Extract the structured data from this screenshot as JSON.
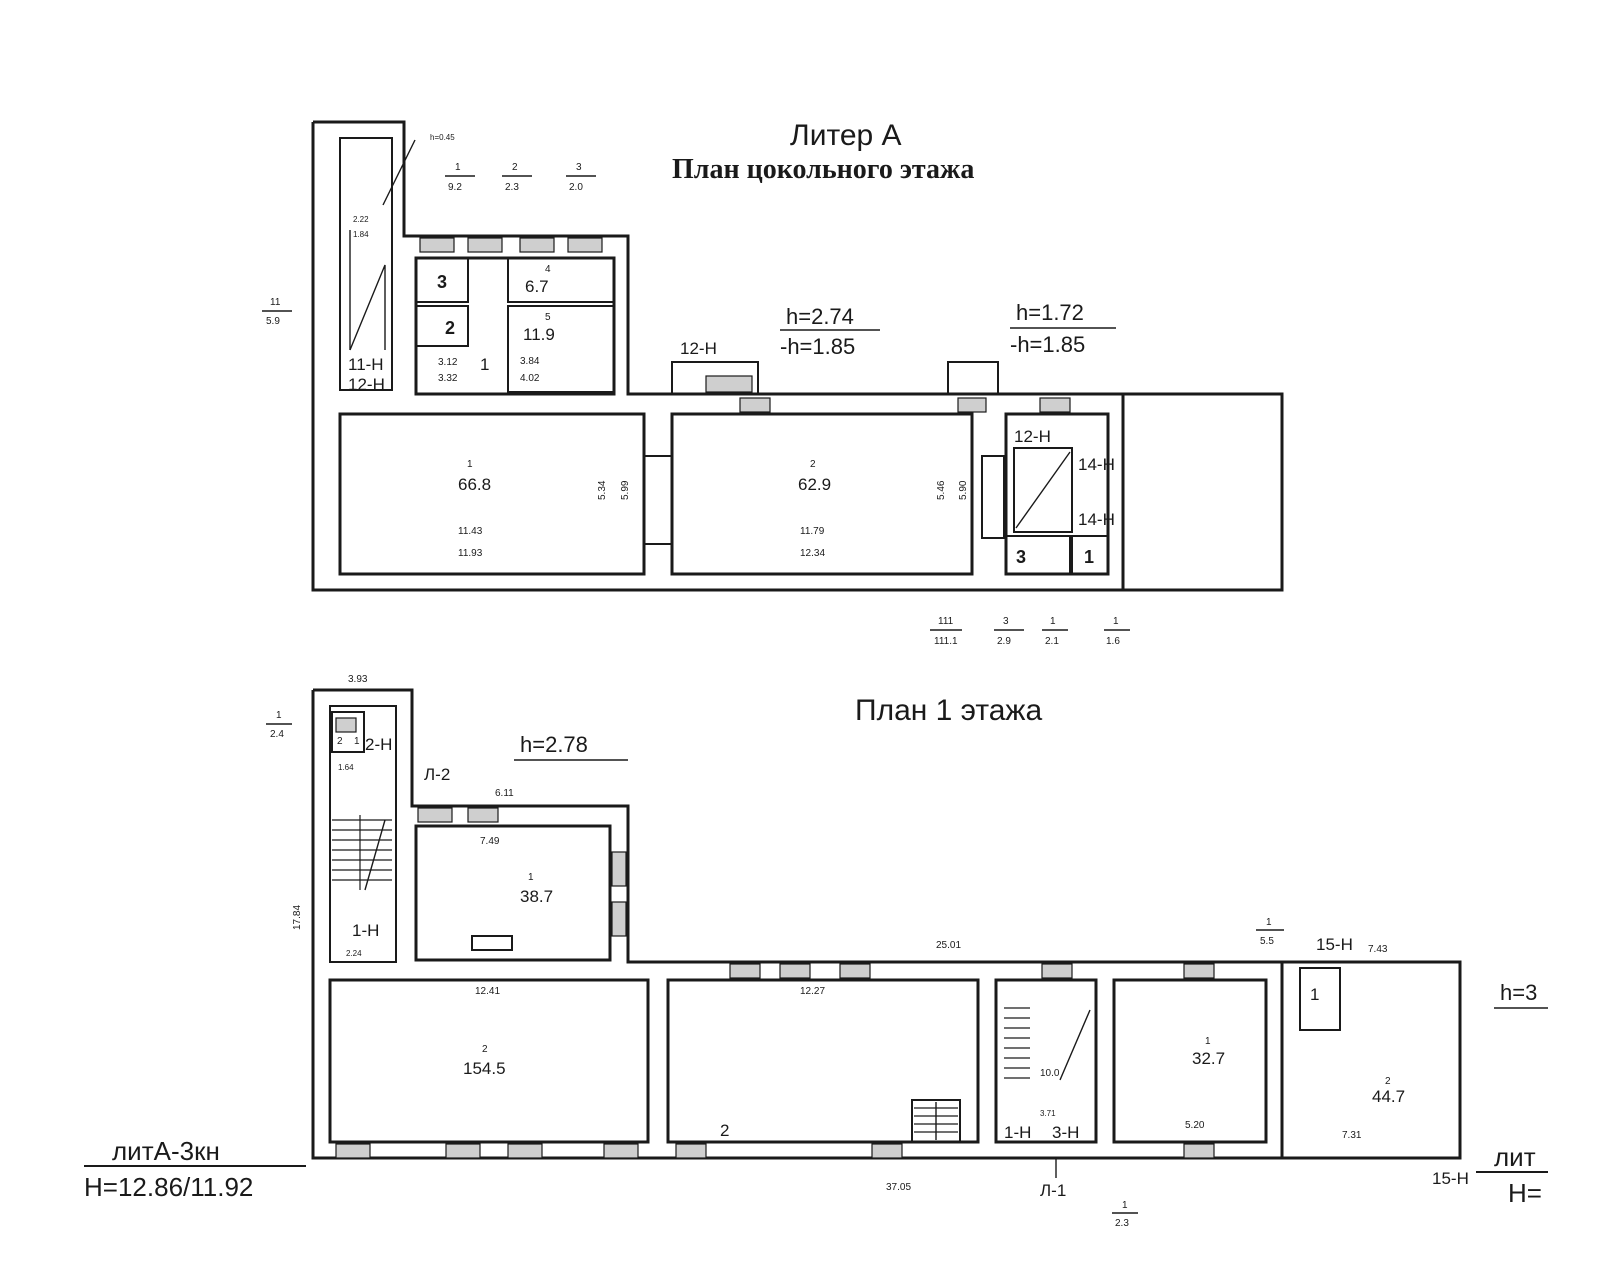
{
  "titles": {
    "liter": "Литер А",
    "basement": "План цокольного этажа",
    "floor1": "План 1 этажа"
  },
  "basement": {
    "h1": "h=2.74",
    "h1b": "-h=1.85",
    "h2": "h=1.72",
    "h2b": "-h=1.85",
    "stair_h": "h=0.45",
    "room1_no": "1",
    "room1_area": "66.8",
    "room1_d1": "11.43",
    "room1_d2": "11.93",
    "room1_w1": "5.34",
    "room1_w2": "5.99",
    "room2_no": "2",
    "room2_area": "62.9",
    "room2_d1": "11.79",
    "room2_d2": "12.34",
    "room2_w1": "5.46",
    "room2_w2": "5.90",
    "small3": "3",
    "small2": "2",
    "small4": "4",
    "small4_area": "6.7",
    "small5": "5",
    "small5_area": "11.9",
    "small1": "1",
    "d312": "3.12",
    "d332": "3.32",
    "d384": "3.84",
    "d402": "4.02",
    "d222": "2.22",
    "d184": "1.84",
    "e11h": "11-Н",
    "e12h_a": "12-Н",
    "e12h_b": "12-Н",
    "e12h_c": "12-Н",
    "e14h_a": "14-Н",
    "e14h_b": "14-Н",
    "right3": "3",
    "right1": "1",
    "callouts": [
      {
        "top": "1",
        "bot": "9.2"
      },
      {
        "top": "2",
        "bot": "2.3"
      },
      {
        "top": "3",
        "bot": "2.0"
      },
      {
        "top": "11",
        "bot": "5.9"
      },
      {
        "top": "111",
        "bot": "111.1"
      },
      {
        "top": "3",
        "bot": "2.9"
      },
      {
        "top": "1",
        "bot": "2.1"
      },
      {
        "top": "1",
        "bot": "1.6"
      }
    ]
  },
  "floor1": {
    "h": "h=2.78",
    "h_right": "h=3",
    "d393": "3.93",
    "d611": "6.11",
    "d749": "7.49",
    "d2501": "25.01",
    "d1241": "12.41",
    "d1227": "12.27",
    "d3705": "37.05",
    "d1784": "17.84",
    "d520": "5.20",
    "d731": "7.31",
    "d743": "7.43",
    "d371": "3.71",
    "d224": "2.24",
    "d164": "1.64",
    "room_hall_no": "1",
    "room_hall_area": "38.7",
    "room_big_no": "2",
    "room_big_area": "154.5",
    "room_mid_no": "2",
    "room_stair_area": "10.0",
    "room_r1_no": "1",
    "room_r1_area": "32.7",
    "room_r2_no": "2",
    "room_r2_area": "44.7",
    "room_r0_no": "1",
    "e2h": "2-Н",
    "e1h_a": "1-Н",
    "e1h_b": "1-Н",
    "e3h": "3-Н",
    "e15h_a": "15-Н",
    "e15h_b": "15-Н",
    "l2": "Л-2",
    "l1": "Л-1",
    "small_p": "2",
    "small_q": "1",
    "callouts": [
      {
        "top": "1",
        "bot": "2.4"
      },
      {
        "top": "1",
        "bot": "5.5"
      },
      {
        "top": "1",
        "bot": "2.3"
      }
    ]
  },
  "blocks": {
    "lit_a": "литА-3кн",
    "h_a": "Н=12.86/11.92",
    "lit_b": "лит",
    "h_b": "Н="
  }
}
